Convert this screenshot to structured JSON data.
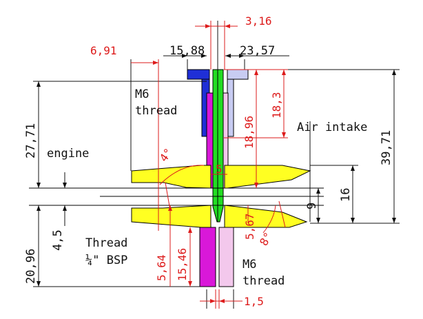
{
  "colors": {
    "blue_cap": "#1f2fd6",
    "blue_light": "#c8ccf2",
    "green_needle": "#22dd22",
    "magenta_tube": "#d918d9",
    "pink_light": "#f3c8ec",
    "yellow_body": "#ffff22",
    "dim_red": "#dd1b1b",
    "dim_black": "#111111"
  },
  "labels": {
    "m6_top_1": "M6",
    "m6_top_2": "thread",
    "air_intake": "Air intake",
    "engine": "engine",
    "thread_1": "Thread",
    "thread_2": "¼\" BSP",
    "m6_bot_1": "M6",
    "m6_bot_2": "thread"
  },
  "dimensions": {
    "d_3_16": "3,16",
    "d_6_91": "6,91",
    "d_15_88": "15,88",
    "d_23_57": "23,57",
    "d_27_71": "27,71",
    "d_39_71": "39,71",
    "d_18_3": "18,3",
    "d_18_96": "18,96",
    "d_4deg": "4°",
    "d_5": "5",
    "d_9": "9",
    "d_16": "16",
    "d_20_96": "20,96",
    "d_4_5": "4,5",
    "d_5_67": "5,67",
    "d_8deg": "8°",
    "d_5_64": "5,64",
    "d_15_46": "15,46",
    "d_1_5": "1,5"
  }
}
